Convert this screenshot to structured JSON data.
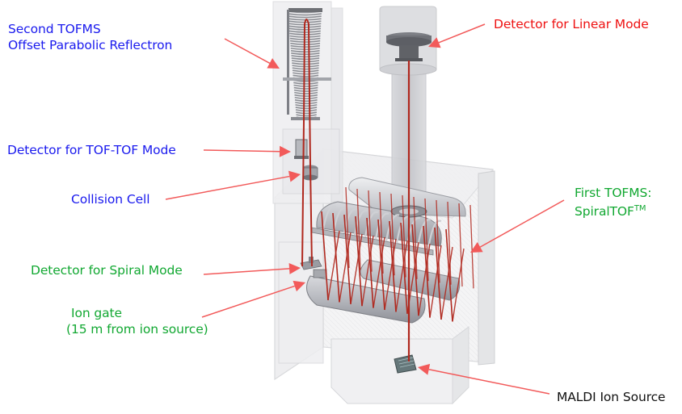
{
  "diagram": {
    "title": "SpiralTOF TOF-TOF instrument schematic",
    "colors": {
      "label_blue": "#1a1aee",
      "label_red": "#ee1111",
      "label_green": "#12a832",
      "label_black": "#111111",
      "arrow": "#f25a5a",
      "ion_path": "#b0281e",
      "housing": "#dcdde0",
      "metal": "#9a9ca2"
    },
    "labels": [
      {
        "id": "second-tofms",
        "lines": [
          "Second TOFMS",
          "Offset Parabolic Reflectron"
        ],
        "color": "blue"
      },
      {
        "id": "detector-linear",
        "lines": [
          "Detector for Linear Mode"
        ],
        "color": "red"
      },
      {
        "id": "detector-tof-tof",
        "lines": [
          "Detector for TOF-TOF Mode"
        ],
        "color": "blue"
      },
      {
        "id": "collision-cell",
        "lines": [
          "Collision Cell"
        ],
        "color": "blue"
      },
      {
        "id": "first-tofms",
        "lines": [
          "First TOFMS:",
          "SpiralTOF"
        ],
        "trademark": "TM",
        "color": "green"
      },
      {
        "id": "detector-spiral",
        "lines": [
          "Detector for Spiral Mode"
        ],
        "color": "green"
      },
      {
        "id": "ion-gate",
        "lines": [
          "Ion gate",
          "(15 m from ion source)"
        ],
        "color": "green"
      },
      {
        "id": "maldi-source",
        "lines": [
          "MALDI Ion Source"
        ],
        "color": "black"
      }
    ],
    "components": [
      "offset-parabolic-reflectron",
      "linear-detector",
      "tof-tof-detector",
      "collision-cell",
      "spiral-electrode-sectors",
      "spiral-detector",
      "ion-gate",
      "maldi-ion-source",
      "vacuum-chamber"
    ]
  }
}
